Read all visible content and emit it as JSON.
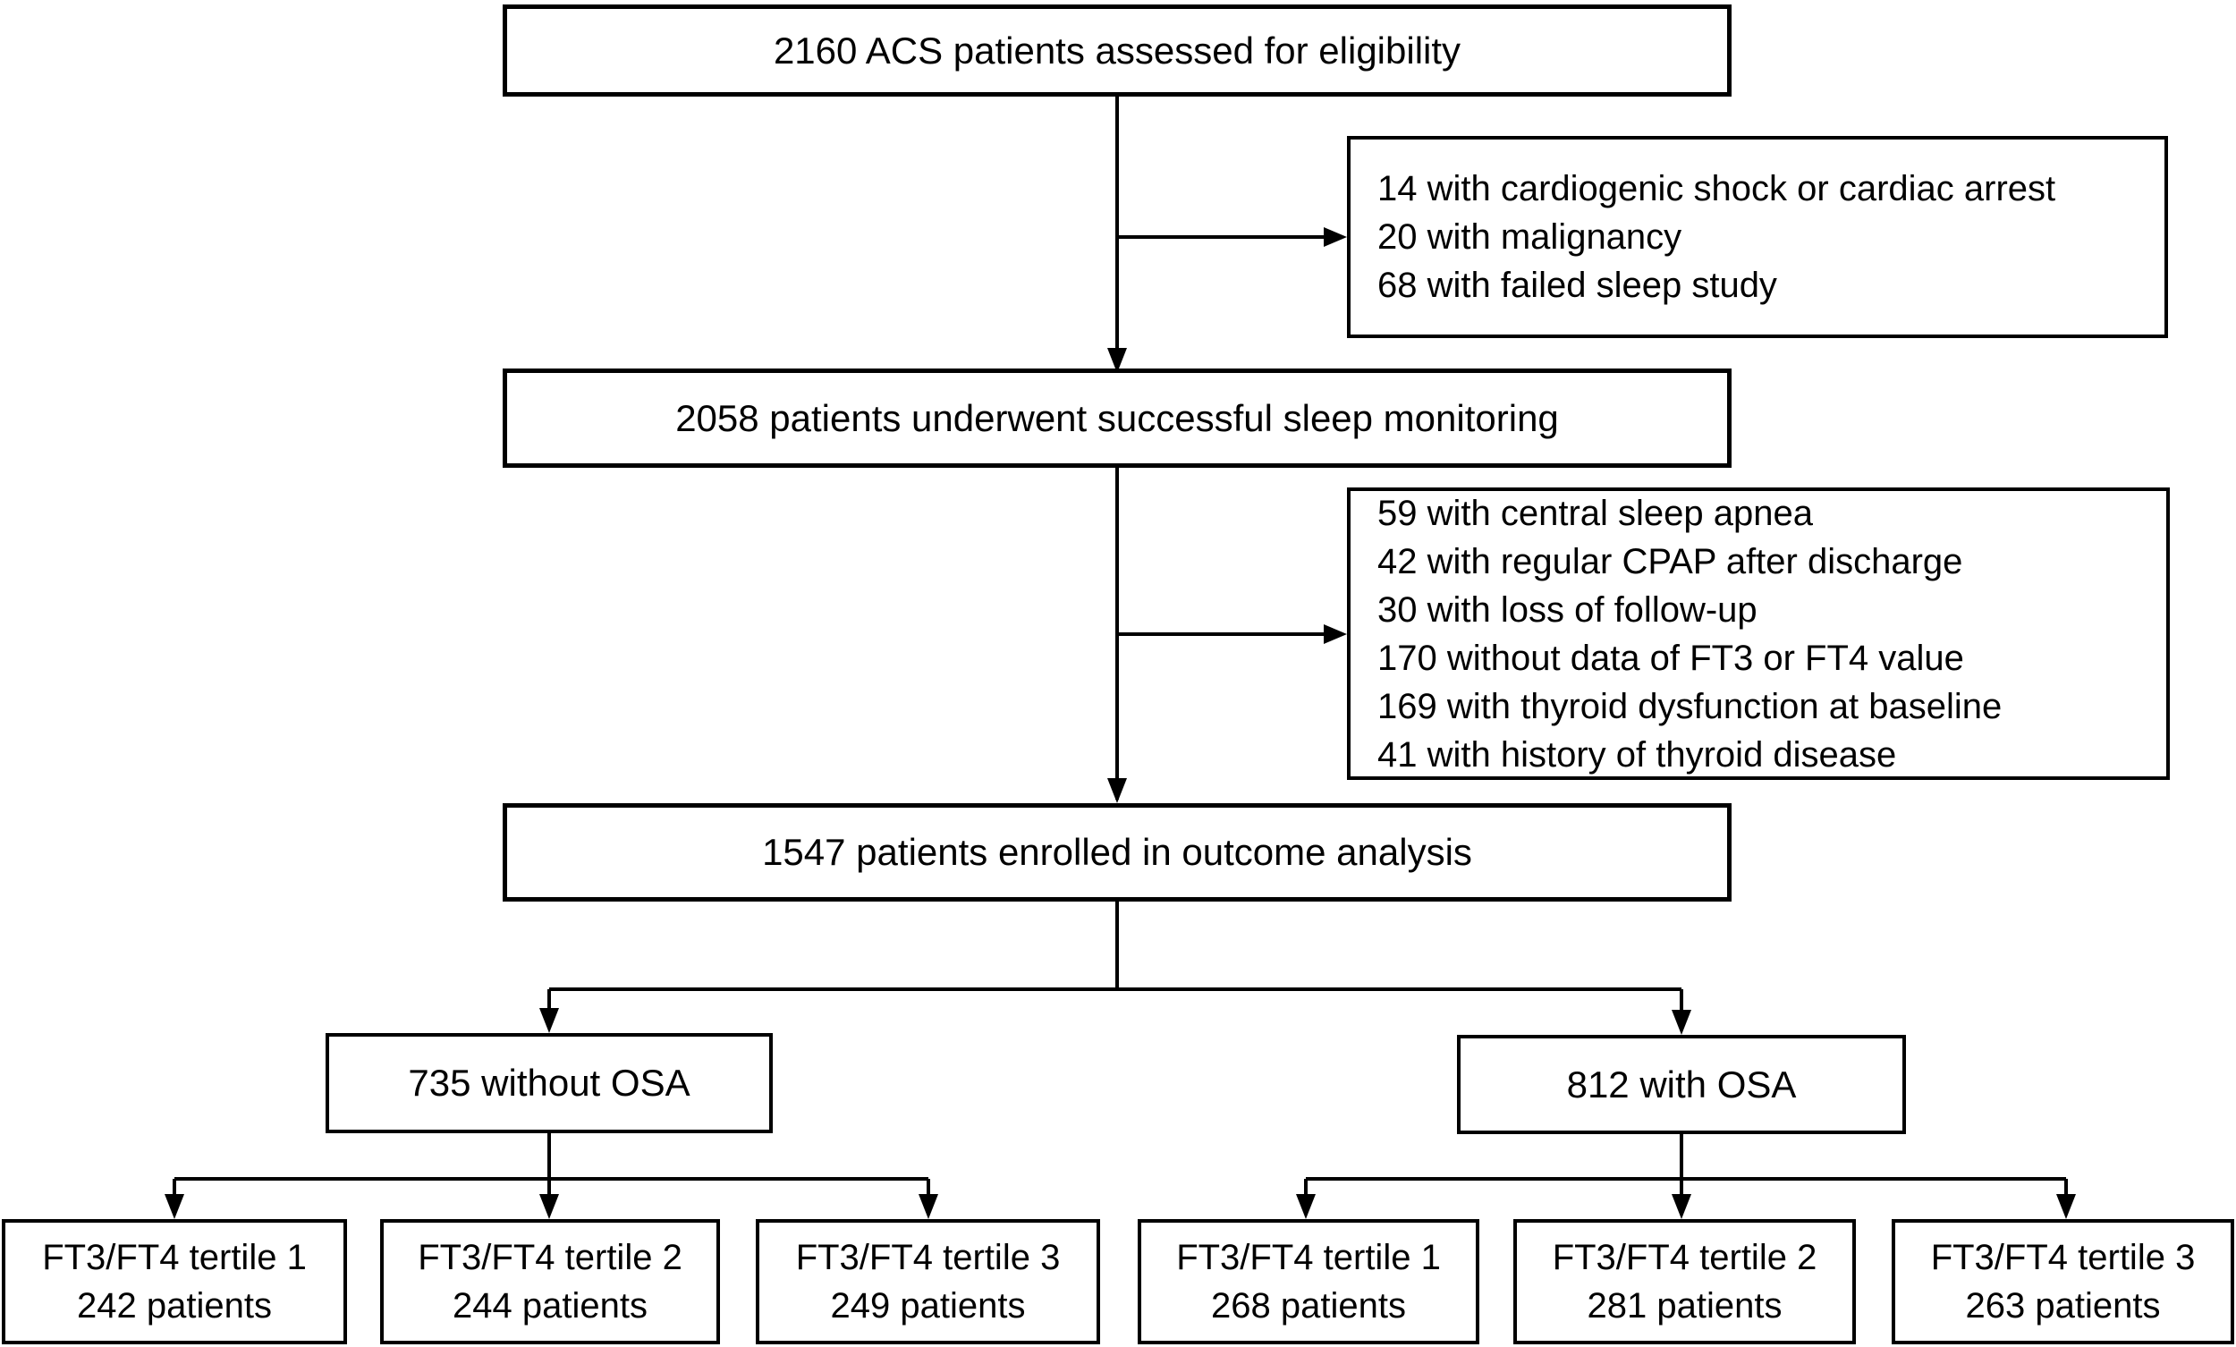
{
  "colors": {
    "background": "#ffffff",
    "line": "#000000",
    "text": "#000000"
  },
  "flow": {
    "eligibility": "2160 ACS patients assessed for eligibility",
    "exclusion1": [
      "14 with cardiogenic shock or cardiac arrest",
      "20 with malignancy",
      "68 with failed sleep study"
    ],
    "sleep_monitoring": "2058 patients underwent successful sleep monitoring",
    "exclusion2": [
      "59 with central sleep apnea",
      "42 with regular CPAP after discharge",
      "30 with loss of follow-up",
      "170 without data of FT3 or FT4 value",
      "169 with thyroid dysfunction at baseline",
      "41 with history of thyroid disease"
    ],
    "outcome": "1547 patients enrolled in outcome analysis",
    "without_osa": "735 without OSA",
    "with_osa": "812 with OSA",
    "tertiles": [
      {
        "group": "without OSA",
        "label": "FT3/FT4 tertile 1",
        "count": "242 patients"
      },
      {
        "group": "without OSA",
        "label": "FT3/FT4 tertile 2",
        "count": "244 patients"
      },
      {
        "group": "without OSA",
        "label": "FT3/FT4 tertile 3",
        "count": "249 patients"
      },
      {
        "group": "with OSA",
        "label": "FT3/FT4 tertile 1",
        "count": "268 patients"
      },
      {
        "group": "with OSA",
        "label": "FT3/FT4 tertile 2",
        "count": "281 patients"
      },
      {
        "group": "with OSA",
        "label": "FT3/FT4 tertile 3",
        "count": "263 patients"
      }
    ]
  }
}
